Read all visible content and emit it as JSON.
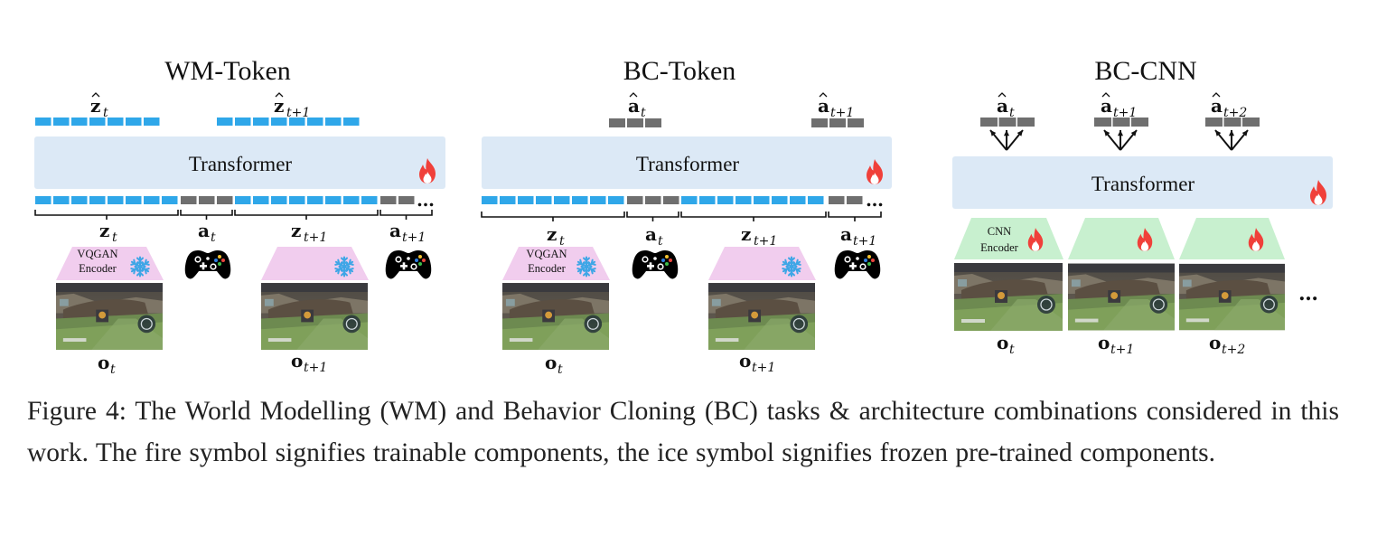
{
  "panels": [
    {
      "title": "WM-Token",
      "transformer_label": "Transformer",
      "encoder_label_line1": "VQGAN",
      "encoder_label_line2": "Encoder",
      "output_labels": [
        {
          "base": "z",
          "sub": "t"
        },
        {
          "base": "z",
          "sub": "t+1"
        }
      ],
      "input_labels": [
        {
          "base": "z",
          "sub": "t"
        },
        {
          "base": "a",
          "sub": "t"
        },
        {
          "base": "z",
          "sub": "t+1"
        },
        {
          "base": "a",
          "sub": "t+1"
        }
      ],
      "obs_labels": [
        {
          "base": "o",
          "sub": "t"
        },
        {
          "base": "o",
          "sub": "t+1"
        }
      ]
    },
    {
      "title": "BC-Token",
      "transformer_label": "Transformer",
      "encoder_label_line1": "VQGAN",
      "encoder_label_line2": "Encoder",
      "output_labels": [
        {
          "base": "a",
          "sub": "t"
        },
        {
          "base": "a",
          "sub": "t+1"
        }
      ],
      "input_labels": [
        {
          "base": "z",
          "sub": "t"
        },
        {
          "base": "a",
          "sub": "t"
        },
        {
          "base": "z",
          "sub": "t+1"
        },
        {
          "base": "a",
          "sub": "t+1"
        }
      ],
      "obs_labels": [
        {
          "base": "o",
          "sub": "t"
        },
        {
          "base": "o",
          "sub": "t+1"
        }
      ]
    },
    {
      "title": "BC-CNN",
      "transformer_label": "Transformer",
      "encoder_label_line1": "CNN",
      "encoder_label_line2": "Encoder",
      "output_labels": [
        {
          "base": "a",
          "sub": "t"
        },
        {
          "base": "a",
          "sub": "t+1"
        },
        {
          "base": "a",
          "sub": "t+2"
        }
      ],
      "obs_labels": [
        {
          "base": "o",
          "sub": "t"
        },
        {
          "base": "o",
          "sub": "t+1"
        },
        {
          "base": "o",
          "sub": "t+2"
        }
      ]
    }
  ],
  "ellipsis": "…",
  "caption": "Figure 4: The World Modelling (WM) and Behavior Cloning (BC) tasks & architecture combinations considered in this work. The fire symbol signifies trainable components, the ice symbol signifies frozen pre-trained components.",
  "colors": {
    "z_token": "#2fa7e9",
    "a_token": "#6f6f6f",
    "transformer_fill": "#dce9f6",
    "vqgan_encoder_fill": "#f1cdee",
    "cnn_encoder_fill": "#c8f0cf",
    "fire": "#f0403a",
    "ice": "#3fa6e6",
    "text": "#111111"
  },
  "icons": [
    "fire-icon",
    "snowflake-icon",
    "gamepad-icon",
    "game-frame"
  ]
}
